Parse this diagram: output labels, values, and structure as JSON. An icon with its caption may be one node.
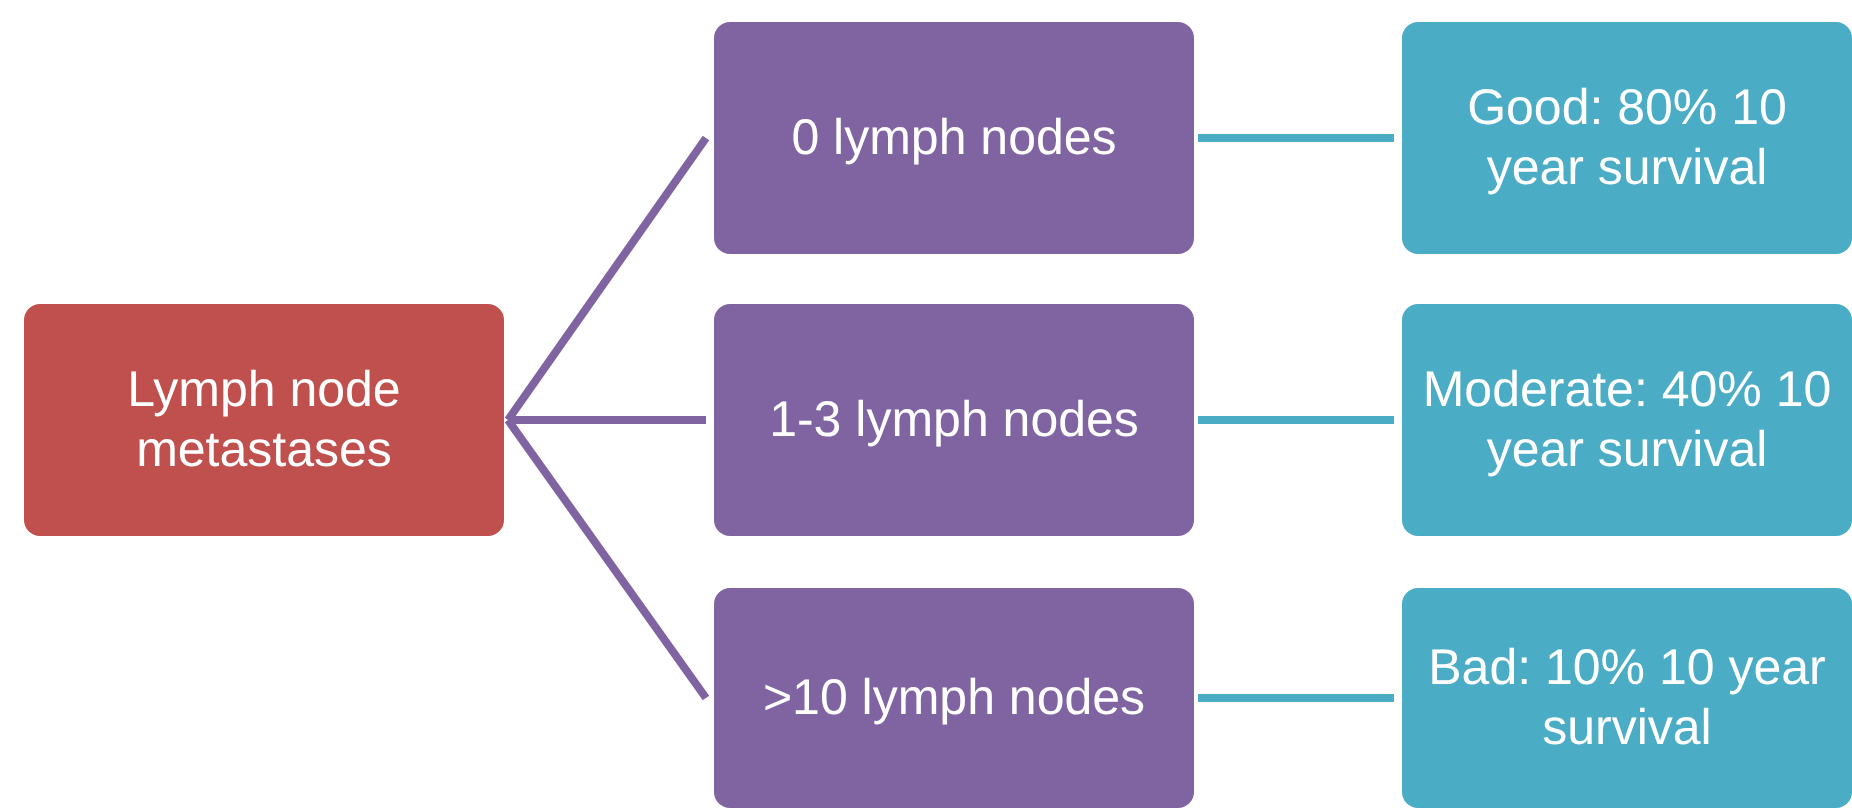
{
  "diagram": {
    "nodes": [
      {
        "text": [
          "Lymph node metastases"
        ]
      },
      {
        "text": [
          "0 lymph nodes"
        ]
      },
      {
        "text": [
          "1-3 lymph nodes"
        ]
      },
      {
        "text": [
          ">10 lymph nodes"
        ]
      },
      {
        "text": [
          "Good: 80% 10 year survival"
        ]
      },
      {
        "text": [
          "Moderate: 40% 10 year survival"
        ]
      },
      {
        "text": [
          "Bad: 10% 10 year survival"
        ]
      }
    ],
    "edges": [
      {
        "from": 0,
        "to": 1,
        "arrow": "none",
        "color": "#8064a2"
      },
      {
        "from": 0,
        "to": 2,
        "arrow": "none",
        "color": "#8064a2"
      },
      {
        "from": 0,
        "to": 3,
        "arrow": "none",
        "color": "#8064a2"
      },
      {
        "from": 1,
        "to": 4,
        "arrow": "none",
        "color": "#4bacc6"
      },
      {
        "from": 2,
        "to": 5,
        "arrow": "none",
        "color": "#4bacc6"
      },
      {
        "from": 3,
        "to": 6,
        "arrow": "none",
        "color": "#4bacc6"
      }
    ]
  }
}
